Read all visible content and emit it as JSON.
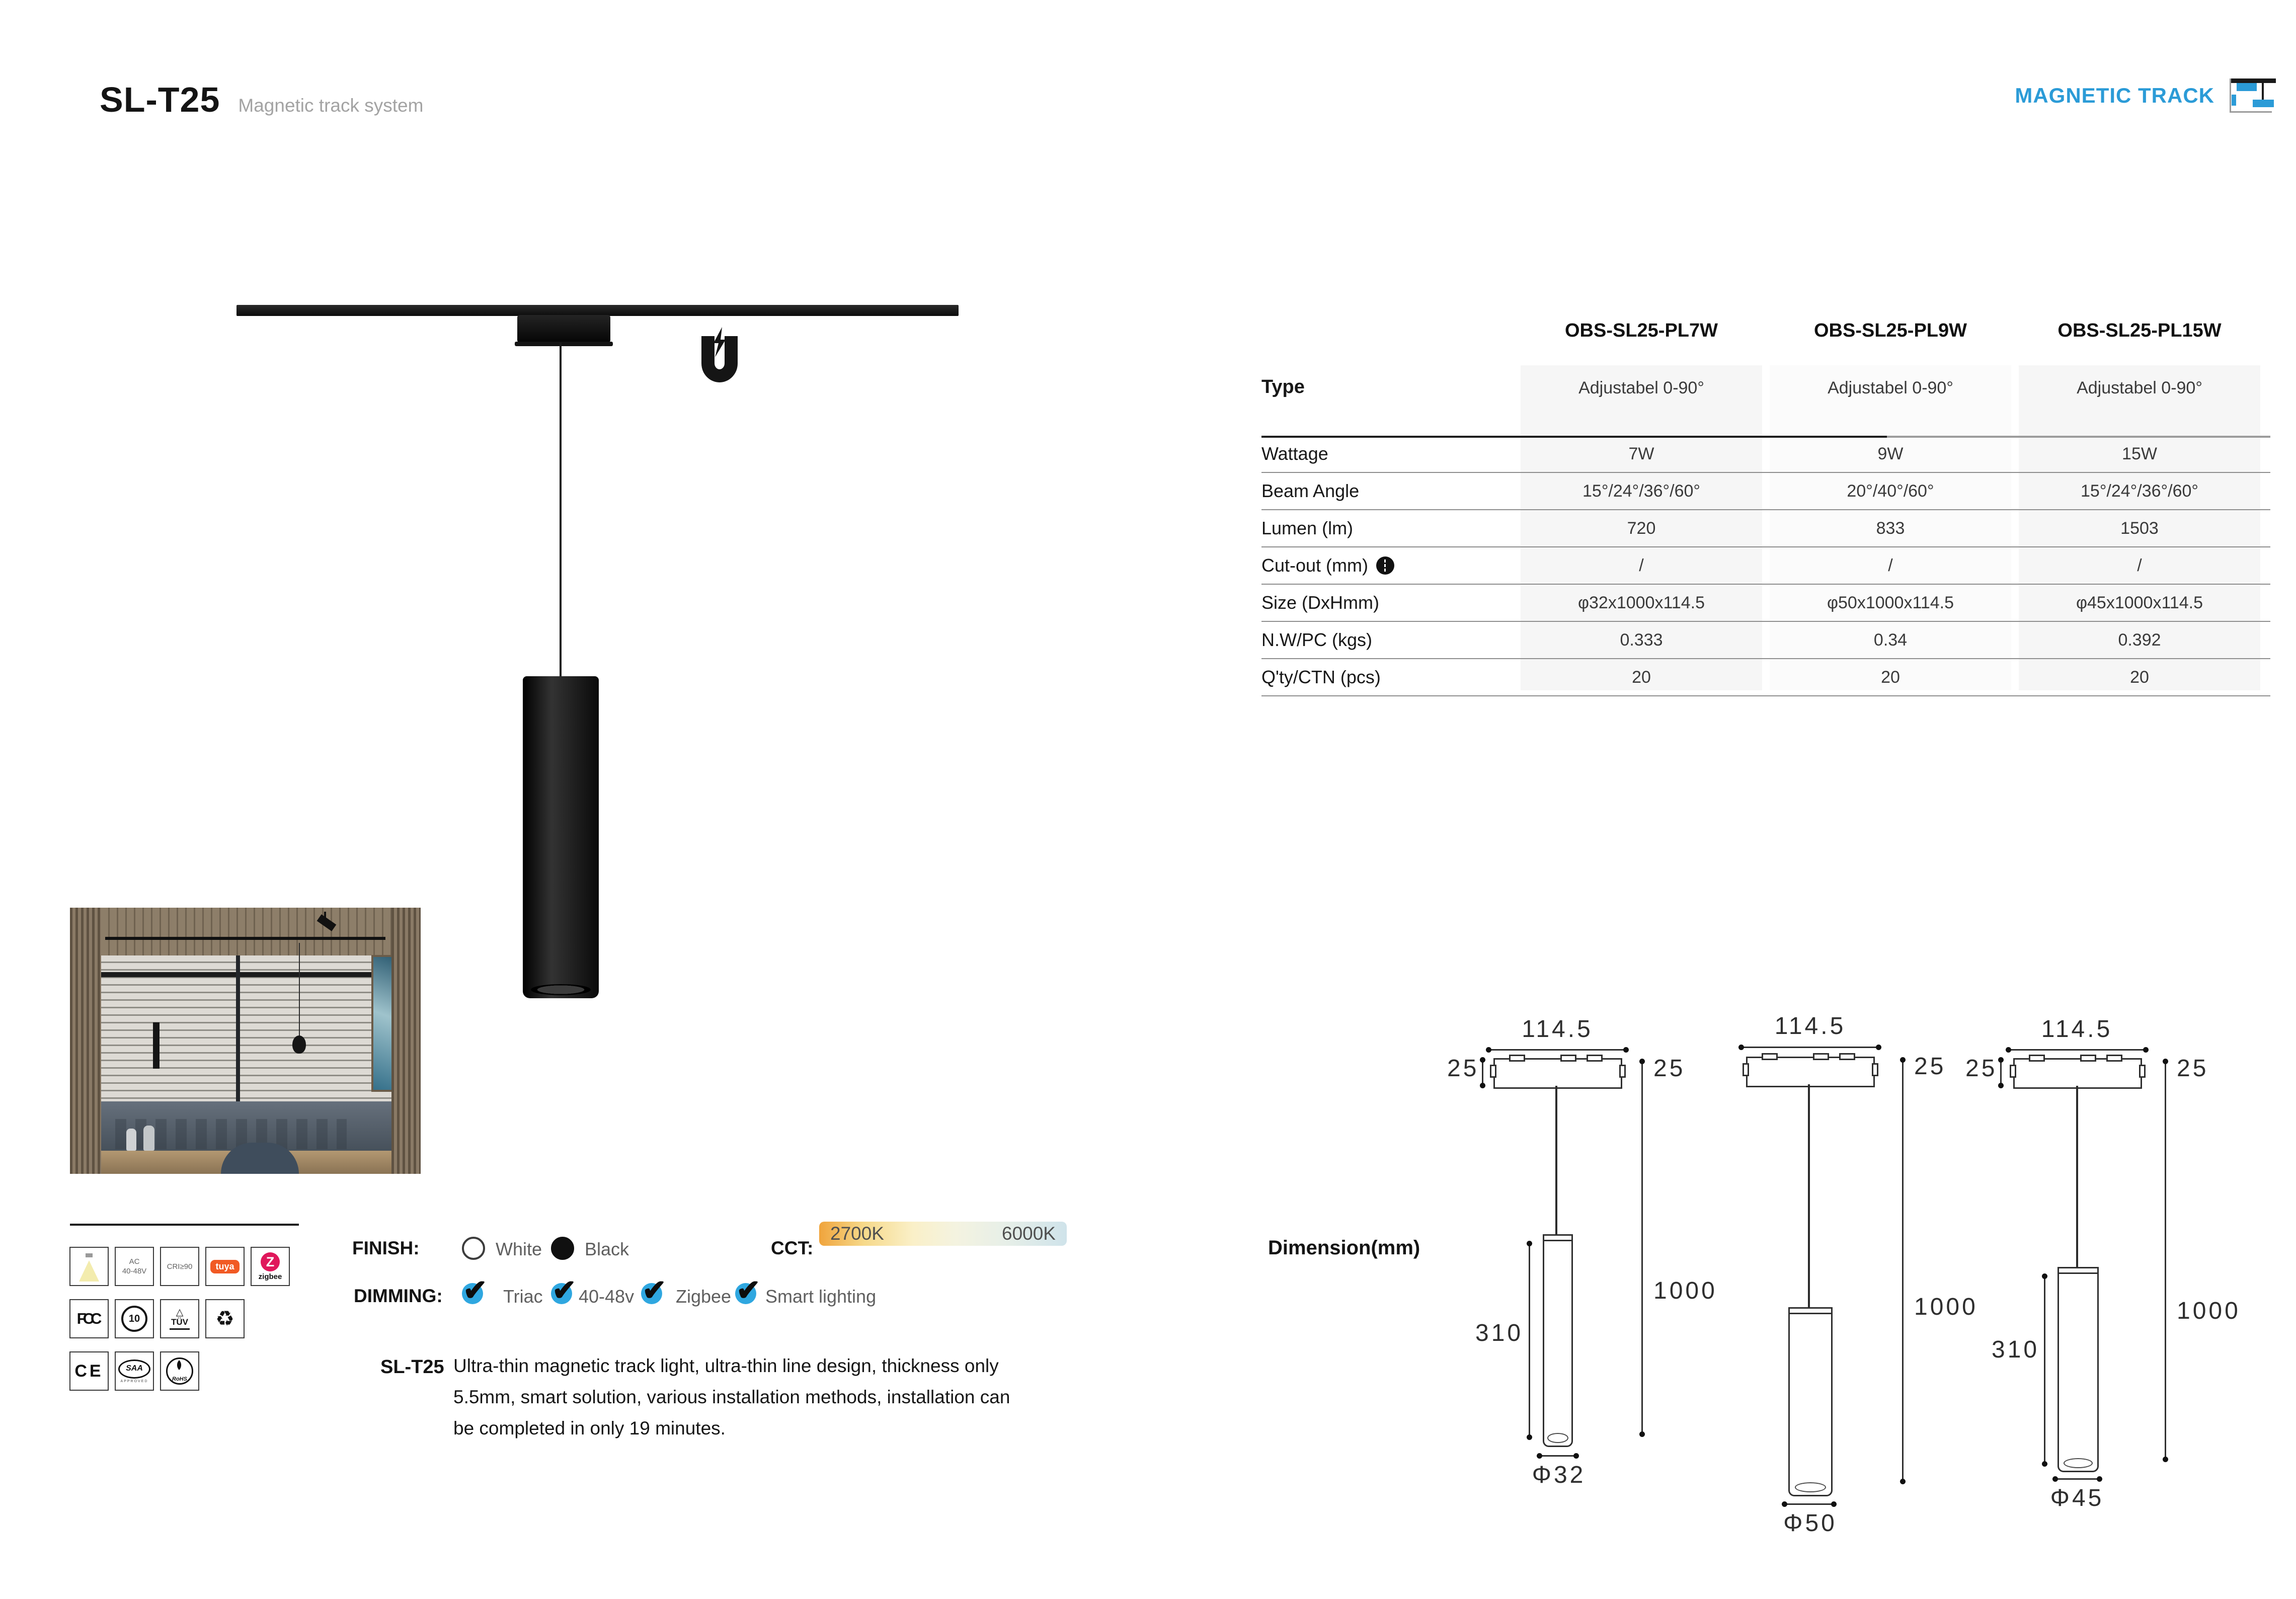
{
  "header": {
    "model": "SL-T25",
    "subtitle": "Magnetic track system",
    "badge": "MAGNETIC TRACK"
  },
  "table": {
    "columns": [
      "OBS-SL25-PL7W",
      "OBS-SL25-PL9W",
      "OBS-SL25-PL15W"
    ],
    "rows": [
      {
        "label": "Type",
        "values": [
          "Adjustabel 0-90°",
          "Adjustabel 0-90°",
          "Adjustabel 0-90°"
        ]
      },
      {
        "label": "Wattage",
        "values": [
          "7W",
          "9W",
          "15W"
        ]
      },
      {
        "label": "Beam Angle",
        "values": [
          "15°/24°/36°/60°",
          "20°/40°/60°",
          "15°/24°/36°/60°"
        ]
      },
      {
        "label": "Lumen (lm)",
        "values": [
          "720",
          "833",
          "1503"
        ]
      },
      {
        "label": "Cut-out (mm)",
        "values": [
          "/",
          "/",
          "/"
        ]
      },
      {
        "label": "Size (DxHmm)",
        "values": [
          "φ32x1000x114.5",
          "φ50x1000x114.5",
          "φ45x1000x114.5"
        ]
      },
      {
        "label": "N.W/PC (kgs)",
        "values": [
          "0.333",
          "0.34",
          "0.392"
        ]
      },
      {
        "label": "Q'ty/CTN (pcs)",
        "values": [
          "20",
          "20",
          "20"
        ]
      }
    ]
  },
  "finish": {
    "label": "FINISH:",
    "options": [
      {
        "name": "White"
      },
      {
        "name": "Black"
      }
    ]
  },
  "cct": {
    "label": "CCT:",
    "min": "2700K",
    "max": "6000K"
  },
  "dimming": {
    "label": "DIMMING:",
    "options": [
      "Triac",
      "40-48v",
      "Zigbee",
      "Smart lighting"
    ]
  },
  "description": {
    "model": "SL-T25",
    "lines": [
      "Ultra-thin magnetic track light, ultra-thin line design, thickness only",
      "5.5mm, smart solution, various installation methods, installation can",
      "be completed in only 19 minutes."
    ]
  },
  "certifications": [
    {
      "id": "beam-angle"
    },
    {
      "id": "ac-voltage",
      "line1": "AC",
      "line2": "40-48V"
    },
    {
      "id": "cri",
      "label": "CRI≥90"
    },
    {
      "id": "tuya",
      "label": "tuya"
    },
    {
      "id": "zigbee",
      "letter": "Z",
      "label": "zigbee"
    },
    {
      "id": "fcc",
      "label": "FCC"
    },
    {
      "id": "china-rohs-10",
      "label": "10"
    },
    {
      "id": "tuv",
      "triangle": "△",
      "label": "TÜV"
    },
    {
      "id": "recycle",
      "label": "♻"
    },
    {
      "id": "ce",
      "label": "CE"
    },
    {
      "id": "saa",
      "label": "SAA",
      "sub": "APPROVED"
    },
    {
      "id": "rohs",
      "label": "RoHS"
    }
  ],
  "dimension": {
    "label": "Dimension(mm)",
    "drawings": [
      {
        "width": "114.5",
        "track": "25",
        "track_right": "25",
        "height": "1000",
        "body": "310",
        "diameter": "Φ32"
      },
      {
        "width": "114.5",
        "track_right": "25",
        "height": "1000",
        "diameter": "Φ50"
      },
      {
        "width": "114.5",
        "track": "25",
        "track_right": "25",
        "height": "1000",
        "body": "310",
        "diameter": "Φ45"
      }
    ]
  },
  "colors": {
    "accent_blue": "#2b9bd7",
    "dimming_blue": "#2fa7e0",
    "tuya_orange": "#f15a24",
    "zigbee_red": "#e0175b",
    "cct_warm": "#f0a43c",
    "cct_cool": "#cfe3ea"
  }
}
